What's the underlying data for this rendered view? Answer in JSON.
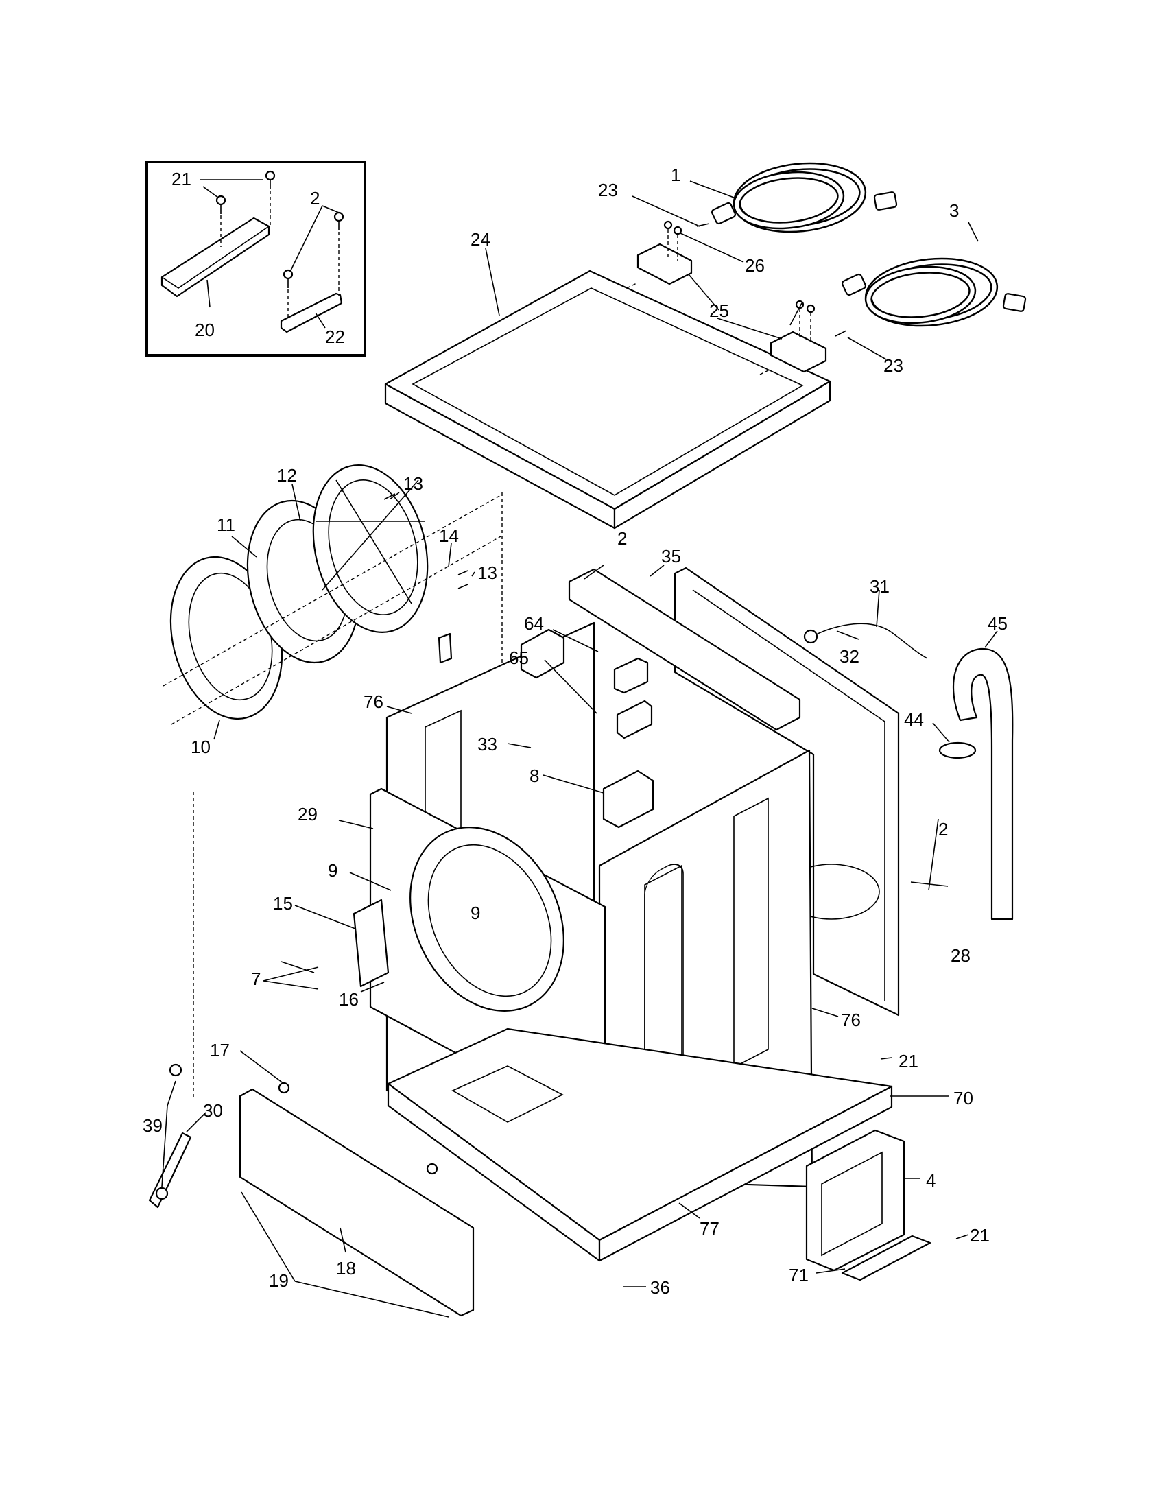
{
  "inset_detail": {
    "callouts": [
      "21",
      "2",
      "20",
      "22"
    ]
  },
  "callouts": [
    {
      "id": "c1",
      "label": "1"
    },
    {
      "id": "c3",
      "label": "3"
    },
    {
      "id": "c23a",
      "label": "23"
    },
    {
      "id": "c23b",
      "label": "23"
    },
    {
      "id": "c24",
      "label": "24"
    },
    {
      "id": "c26",
      "label": "26"
    },
    {
      "id": "c25",
      "label": "25"
    },
    {
      "id": "c12",
      "label": "12"
    },
    {
      "id": "c13a",
      "label": "13"
    },
    {
      "id": "c11",
      "label": "11"
    },
    {
      "id": "c14",
      "label": "14"
    },
    {
      "id": "c13b",
      "label": "13"
    },
    {
      "id": "c10",
      "label": "10"
    },
    {
      "id": "c2a",
      "label": "2"
    },
    {
      "id": "c35",
      "label": "35"
    },
    {
      "id": "c31",
      "label": "31"
    },
    {
      "id": "c45",
      "label": "45"
    },
    {
      "id": "c64",
      "label": "64"
    },
    {
      "id": "c65",
      "label": "65"
    },
    {
      "id": "c32",
      "label": "32"
    },
    {
      "id": "c76a",
      "label": "76"
    },
    {
      "id": "c33",
      "label": "33"
    },
    {
      "id": "c44",
      "label": "44"
    },
    {
      "id": "c8",
      "label": "8"
    },
    {
      "id": "c29",
      "label": "29"
    },
    {
      "id": "c2b",
      "label": "2"
    },
    {
      "id": "c9a",
      "label": "9"
    },
    {
      "id": "c15",
      "label": "15"
    },
    {
      "id": "c9b",
      "label": "9"
    },
    {
      "id": "c28",
      "label": "28"
    },
    {
      "id": "c7",
      "label": "7"
    },
    {
      "id": "c16",
      "label": "16"
    },
    {
      "id": "c76b",
      "label": "76"
    },
    {
      "id": "c17",
      "label": "17"
    },
    {
      "id": "c21a",
      "label": "21"
    },
    {
      "id": "c70",
      "label": "70"
    },
    {
      "id": "c39",
      "label": "39"
    },
    {
      "id": "c30",
      "label": "30"
    },
    {
      "id": "c4",
      "label": "4"
    },
    {
      "id": "c77",
      "label": "77"
    },
    {
      "id": "c21b",
      "label": "21"
    },
    {
      "id": "c71",
      "label": "71"
    },
    {
      "id": "c36",
      "label": "36"
    },
    {
      "id": "c19",
      "label": "19"
    },
    {
      "id": "c18",
      "label": "18"
    }
  ]
}
